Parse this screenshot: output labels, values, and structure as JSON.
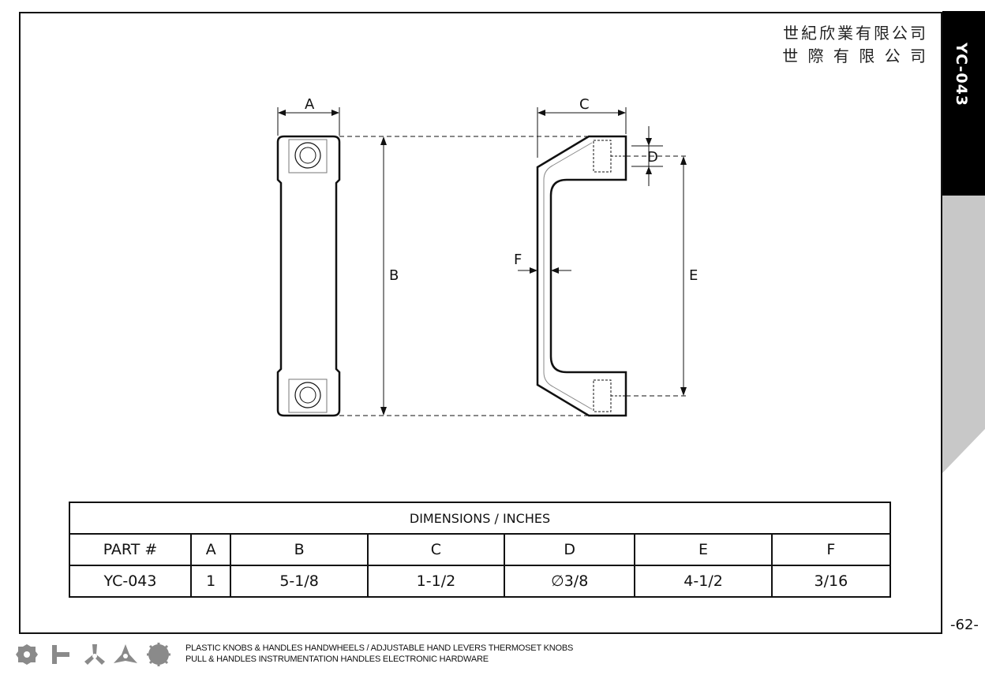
{
  "company": {
    "line1": "世紀欣業有限公司",
    "line2": "世 際 有 限 公 司"
  },
  "side_tab": {
    "model": "YC-043"
  },
  "page_number": "-62-",
  "drawing": {
    "labels": {
      "a": "A",
      "b": "B",
      "c": "C",
      "d": "D",
      "e": "E",
      "f": "F"
    }
  },
  "table": {
    "title": "DIMENSIONS / INCHES",
    "headers": [
      "PART #",
      "A",
      "B",
      "C",
      "D",
      "E",
      "F"
    ],
    "rows": [
      [
        "YC-043",
        "1",
        "5-1/8",
        "1-1/2",
        "∅3/8",
        "4-1/2",
        "3/16"
      ]
    ]
  },
  "footer": {
    "line1": "PLASTIC KNOBS & HANDLES HANDWHEELS / ADJUSTABLE HAND LEVERS THERMOSET KNOBS",
    "line2": "PULL & HANDLES INSTRUMENTATION HANDLES ELECTRONIC HARDWARE",
    "icons": [
      "knob-icon",
      "tee-handle-icon",
      "three-arm-knob-icon",
      "star-knob-icon",
      "gear-knob-icon"
    ]
  }
}
